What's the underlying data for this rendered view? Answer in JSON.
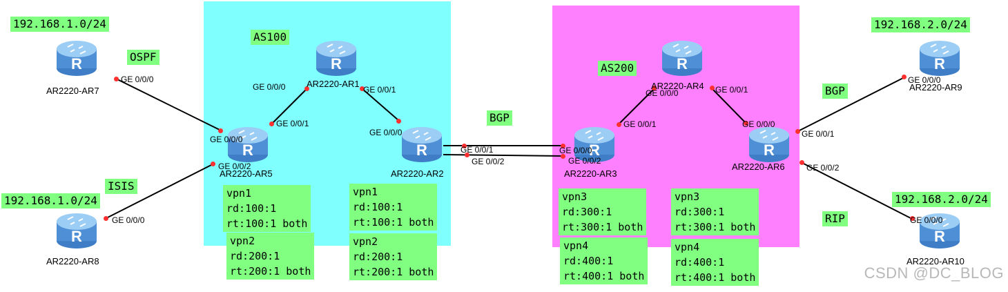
{
  "regions": [
    {
      "id": "as100",
      "color": "#80ffff"
    },
    {
      "id": "as200",
      "color": "#ff80ff"
    }
  ],
  "as_labels": {
    "as100": "AS100",
    "as200": "AS200"
  },
  "protocols": {
    "ospf": "OSPF",
    "isis": "ISIS",
    "bgp_middle": "BGP",
    "bgp_right": "BGP",
    "rip": "RIP"
  },
  "networks": {
    "ar7": "192.168.1.0/24",
    "ar8": "192.168.1.0/24",
    "ar9": "192.168.2.0/24",
    "ar10": "192.168.2.0/24"
  },
  "routers": {
    "ar1": "AR2220-AR1",
    "ar2": "AR2220-AR2",
    "ar3": "AR2220-AR3",
    "ar4": "AR2220-AR4",
    "ar5": "AR2220-AR5",
    "ar6": "AR2220-AR6",
    "ar7": "AR2220-AR7",
    "ar8": "AR2220-AR8",
    "ar9": "AR2220-AR9",
    "ar10": "AR2220-AR10"
  },
  "ports": {
    "ar7_g000": "GE 0/0/0",
    "ar5_g000": "GE 0/0/0",
    "ar5_g001": "GE 0/0/1",
    "ar5_g002": "GE 0/0/2",
    "ar1_g000": "GE 0/0/0",
    "ar1_g001": "GE 0/0/1",
    "ar2_g000": "GE 0/0/0",
    "ar2_g001": "GE 0/0/1",
    "ar2_g002": "GE 0/0/2",
    "ar8_g000": "GE 0/0/0",
    "ar3_g000": "GE 0/0/0",
    "ar3_g002": "GE 0/0/2",
    "ar3_g001": "GE 0/0/1",
    "ar4_g000": "GE 0/0/0",
    "ar4_g001": "GE 0/0/1",
    "ar6_g000": "GE 0/0/0",
    "ar6_g001": "GE 0/0/1",
    "ar6_g002": "GE 0/0/2",
    "ar9_g000": "GE 0/0/0",
    "ar10_g000": "GE 0/0/0"
  },
  "vpn": {
    "ar5_vpn1": "vpn1\nrd:100:1\nrt:100:1 both",
    "ar5_vpn2": "vpn2\nrd:200:1\nrt:200:1 both",
    "ar2_vpn1": "vpn1\nrd:100:1\nrt:100:1 both",
    "ar2_vpn2": "vpn2\nrd:200:1\nrt:200:1 both",
    "ar3_vpn3": "vpn3\nrd:300:1\nrt:300:1 both",
    "ar3_vpn4": "vpn4\nrd:400:1\nrt:400:1 both",
    "ar6_vpn3": "vpn3\nrd:300:1\nrt:300:1 both",
    "ar6_vpn4": "vpn4\nrd:400:1\nrt:400:1 both"
  },
  "watermark": "CSDN @DC_BLOG",
  "colors": {
    "router_body": "#4f8fd6",
    "router_top": "#8cc4f2",
    "link": "#000000",
    "port_dot": "#ff3030",
    "tag": "#80ff80"
  }
}
